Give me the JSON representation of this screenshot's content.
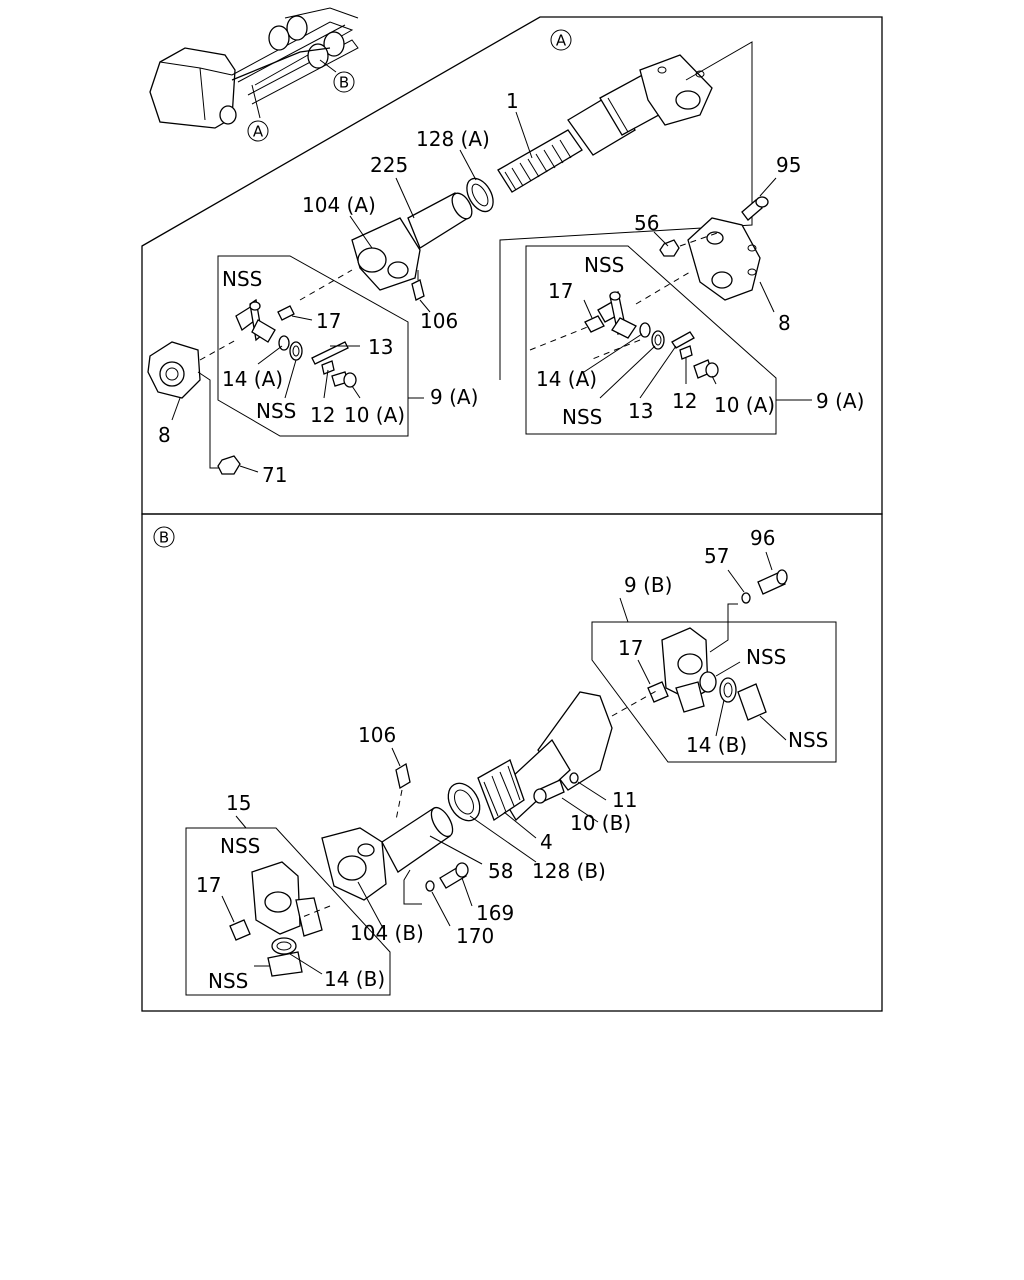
{
  "sections": {
    "a": {
      "marker": "A"
    },
    "b": {
      "marker": "B"
    }
  },
  "truck_markers": {
    "a": "A",
    "b": "B"
  },
  "labels_a": [
    {
      "id": "p1",
      "text": "1"
    },
    {
      "id": "p128a",
      "text": "128 (A)"
    },
    {
      "id": "p225",
      "text": "225"
    },
    {
      "id": "p104a",
      "text": "104 (A)"
    },
    {
      "id": "p95",
      "text": "95"
    },
    {
      "id": "p56",
      "text": "56"
    },
    {
      "id": "nss1",
      "text": "NSS"
    },
    {
      "id": "p17l",
      "text": "17"
    },
    {
      "id": "p106a",
      "text": "106"
    },
    {
      "id": "p13l",
      "text": "13"
    },
    {
      "id": "p14al",
      "text": "14 (A)"
    },
    {
      "id": "nss2",
      "text": "NSS"
    },
    {
      "id": "p12l",
      "text": "12"
    },
    {
      "id": "p10al",
      "text": "10 (A)"
    },
    {
      "id": "p9al",
      "text": "9 (A)"
    },
    {
      "id": "p8l",
      "text": "8"
    },
    {
      "id": "p71",
      "text": "71"
    },
    {
      "id": "nss3",
      "text": "NSS"
    },
    {
      "id": "p17r",
      "text": "17"
    },
    {
      "id": "p8r",
      "text": "8"
    },
    {
      "id": "p14ar",
      "text": "14 (A)"
    },
    {
      "id": "nss4",
      "text": "NSS"
    },
    {
      "id": "p13r",
      "text": "13"
    },
    {
      "id": "p12r",
      "text": "12"
    },
    {
      "id": "p10ar",
      "text": "10 (A)"
    },
    {
      "id": "p9ar",
      "text": "9 (A)"
    }
  ],
  "labels_b": [
    {
      "id": "p96",
      "text": "96"
    },
    {
      "id": "p57",
      "text": "57"
    },
    {
      "id": "p9b",
      "text": "9 (B)"
    },
    {
      "id": "p17br",
      "text": "17"
    },
    {
      "id": "nss5",
      "text": "NSS"
    },
    {
      "id": "p14br",
      "text": "14 (B)"
    },
    {
      "id": "nss6",
      "text": "NSS"
    },
    {
      "id": "p106b",
      "text": "106"
    },
    {
      "id": "p11",
      "text": "11"
    },
    {
      "id": "p10b",
      "text": "10 (B)"
    },
    {
      "id": "p4",
      "text": "4"
    },
    {
      "id": "p15",
      "text": "15"
    },
    {
      "id": "nss7",
      "text": "NSS"
    },
    {
      "id": "p58",
      "text": "58"
    },
    {
      "id": "p128b",
      "text": "128 (B)"
    },
    {
      "id": "p17bl",
      "text": "17"
    },
    {
      "id": "p169",
      "text": "169"
    },
    {
      "id": "p104b",
      "text": "104 (B)"
    },
    {
      "id": "p170",
      "text": "170"
    },
    {
      "id": "nss8",
      "text": "NSS"
    },
    {
      "id": "p14bl",
      "text": "14 (B)"
    }
  ]
}
